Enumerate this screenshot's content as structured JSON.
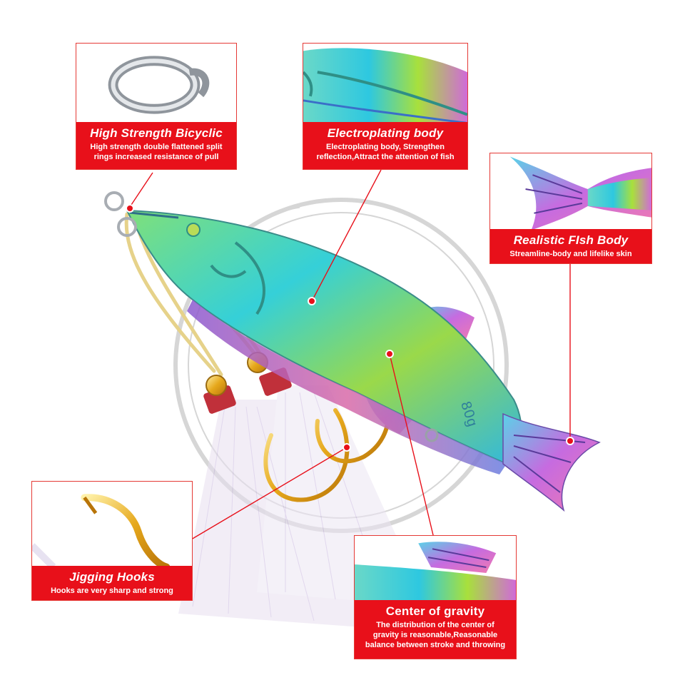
{
  "callouts": {
    "ring": {
      "title": "High Strength Bicyclic",
      "desc_lines": [
        "High strength double flattened split",
        "rings increased resistance of pull"
      ],
      "icon": "split-ring-icon"
    },
    "body": {
      "title": "Electroplating body",
      "desc_lines": [
        "Electroplating body, Strengthen",
        "reflection,Attract the attention of fish"
      ],
      "icon": "fish-body-closeup"
    },
    "tail": {
      "title": "Realistic FIsh Body",
      "desc_lines": [
        "Streamline-body and lifelike skin"
      ],
      "icon": "fish-tail-closeup"
    },
    "hooks": {
      "title": "Jigging Hooks",
      "desc_lines": [
        "Hooks are very sharp and strong"
      ],
      "icon": "hook-closeup"
    },
    "gravity": {
      "title": "Center of gravity",
      "desc_lines": [
        "The distribution of the center of",
        "gravity is reasonable,Reasonable",
        "balance between stroke and throwing"
      ],
      "icon": "fin-closeup"
    }
  },
  "product": {
    "weight_mark": "80g"
  },
  "colors": {
    "accent_red": "#e8101a",
    "body_cyan": "#35d6d0",
    "body_lime": "#b8e23a",
    "tail_purple": "#c35fd6"
  }
}
